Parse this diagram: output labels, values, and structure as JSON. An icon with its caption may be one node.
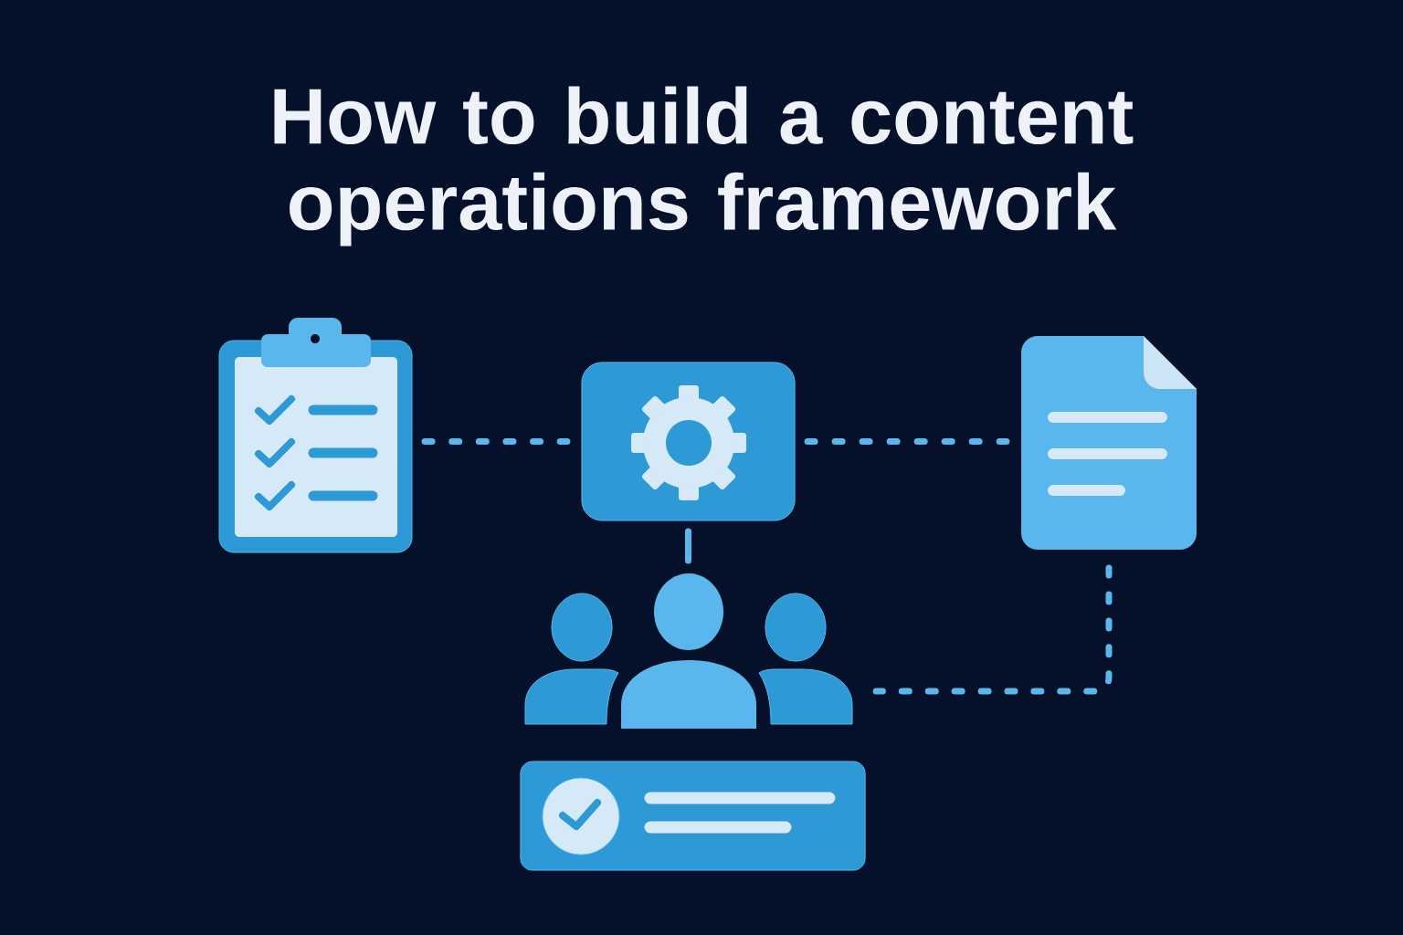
{
  "diagram": {
    "title": "How to build a content operations framework",
    "nodes": [
      {
        "text": [],
        "shape": "picture"
      },
      {
        "text": [],
        "shape": "box"
      },
      {
        "text": [],
        "shape": "picture"
      },
      {
        "text": [],
        "shape": "person"
      },
      {
        "text": [],
        "shape": "box"
      }
    ],
    "edges": [
      {
        "from": 0,
        "to": 1,
        "arrow": "none",
        "style": "dashed"
      },
      {
        "from": 1,
        "to": 2,
        "arrow": "none",
        "style": "dashed"
      },
      {
        "from": 1,
        "to": 3,
        "arrow": "none",
        "style": "dashed"
      },
      {
        "from": 2,
        "to": 3,
        "arrow": "none",
        "style": "dashed"
      }
    ]
  }
}
